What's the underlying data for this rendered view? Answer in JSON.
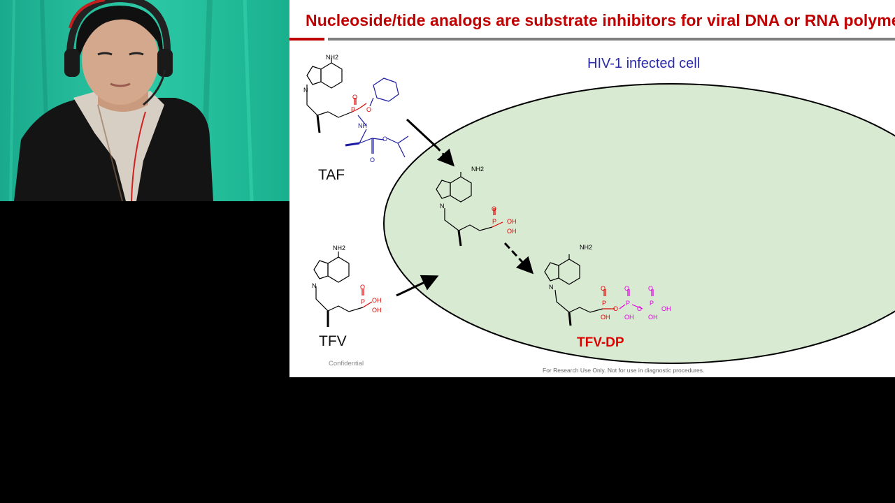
{
  "slide": {
    "title": "Nucleoside/tide analogs are substrate inhibitors for viral DNA or RNA polymerases",
    "cell_label": "HIV-1 infected cell",
    "confidential": "Confidential",
    "research_use": "For Research Use Only. Not for use in diagnostic procedures."
  },
  "molecules": {
    "taf": {
      "name": "TAF"
    },
    "tfv": {
      "name": "TFV"
    },
    "tfv_dp": {
      "name": "TFV-DP"
    },
    "mono_phosphate": {
      "name": ""
    },
    "atoms": {
      "nh2": "NH2",
      "n": "N",
      "o": "O",
      "p": "P",
      "oh": "OH",
      "nh": "NH"
    }
  },
  "colors": {
    "title_red": "#c00000",
    "cell_fill": "#d9ead3",
    "phosphonate_red": "#e00000",
    "phosphate_magenta": "#e000e0",
    "prodrug_blue": "#1a1aa0",
    "video_bg": "#1fb89a"
  },
  "icons": [
    "arrow-icon",
    "headset-icon"
  ]
}
